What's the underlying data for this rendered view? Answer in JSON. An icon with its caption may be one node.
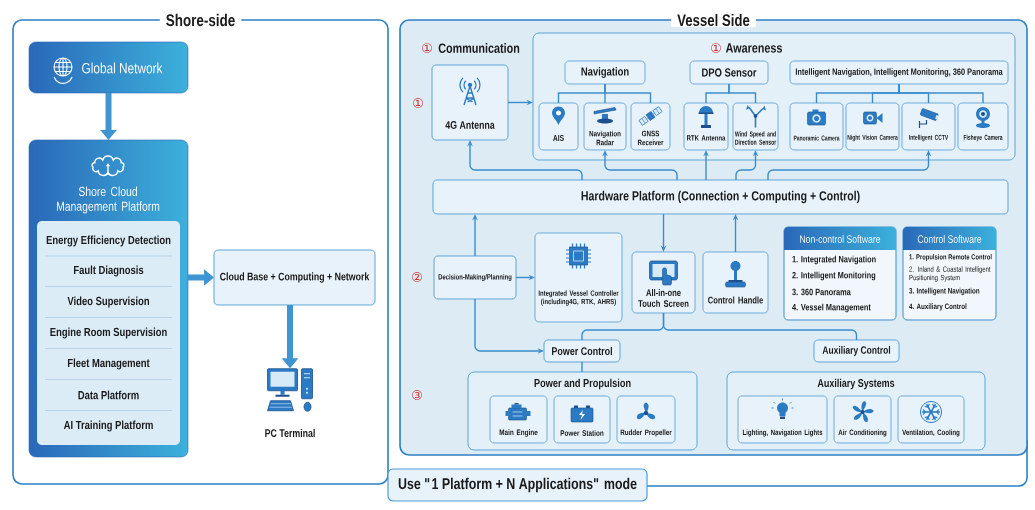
{
  "diagram": {
    "nodes": [
      {
        "text": [
          "Shore-side"
        ]
      },
      {
        "text": [
          "Global Network"
        ],
        "in": 0
      },
      {
        "text": [
          "Shore Cloud Management Platform"
        ],
        "in": 0
      },
      {
        "text": [
          "Energy Efficiency Detection",
          "Fault Diagnosis",
          "Video Supervision",
          "Engine Room Supervision",
          "Fleet Management",
          "Data Platform",
          "AI Training Platform"
        ],
        "in": 2
      },
      {
        "text": [
          "Cloud Base + Computing + Network"
        ],
        "in": 0
      },
      {
        "text": [
          "PC Terminal"
        ],
        "in": 0
      },
      {
        "text": [
          "Vessel Side"
        ]
      },
      {
        "text": [
          "Communication",
          "4G Antenna"
        ],
        "beside": [
          "①"
        ],
        "in": 6
      },
      {
        "text": [
          "Awareness"
        ],
        "beside": [
          "①"
        ],
        "in": 6
      },
      {
        "text": [
          "Navigation"
        ],
        "in": 8
      },
      {
        "text": [
          "DPO Sensor"
        ],
        "in": 8
      },
      {
        "text": [
          "Intelligent Navigation, Intelligent Monitoring, 360 Panorama"
        ],
        "in": 8
      },
      {
        "text": [
          "AIS"
        ],
        "in": 8
      },
      {
        "text": [
          "Navigation Radar"
        ],
        "in": 8
      },
      {
        "text": [
          "GNSS Receiver"
        ],
        "in": 8
      },
      {
        "text": [
          "RTK Antenna"
        ],
        "in": 8
      },
      {
        "text": [
          "Wind Speed and Direction Sensor"
        ],
        "in": 8
      },
      {
        "text": [
          "Panoramic Camera"
        ],
        "in": 8
      },
      {
        "text": [
          "Night Vision Camera"
        ],
        "in": 8
      },
      {
        "text": [
          "Intelligent CCTV"
        ],
        "in": 8
      },
      {
        "text": [
          "Fisheye Camera"
        ],
        "in": 8
      },
      {
        "text": [
          "Hardware Platform (Connection + Computing + Control)"
        ],
        "in": 6
      },
      {
        "text": [
          "Decision-Making/Planning"
        ],
        "in": 6
      },
      {
        "text": [
          "Integrated Vessel Controller (including4G, RTK, AHRS)"
        ],
        "in": 6
      },
      {
        "text": [
          "All-in-one Touch Screen"
        ],
        "in": 6
      },
      {
        "text": [
          "Control Handle"
        ],
        "in": 6
      },
      {
        "text": [
          "Non-control Software",
          "1. Integrated Navigation",
          "2. Intelligent Monitoring",
          "3. 360 Panorama",
          "4. Vessel Management"
        ],
        "in": 6
      },
      {
        "text": [
          "Control Software",
          "1. Propulsion Remote Control",
          "2. Inland & Coastal Intelligent Positioning System",
          "3. Intelligent Navigation",
          "4. Auxiliary Control"
        ],
        "in": 6
      },
      {
        "text": [
          "Power Control"
        ],
        "in": 6
      },
      {
        "text": [
          "Auxiliary Control"
        ],
        "in": 6
      },
      {
        "text": [
          "Power and Propulsion"
        ],
        "in": 6
      },
      {
        "text": [
          "Main Engine"
        ],
        "in": 30
      },
      {
        "text": [
          "Power Station"
        ],
        "in": 30
      },
      {
        "text": [
          "Rudder Propeller"
        ],
        "in": 30
      },
      {
        "text": [
          "Auxiliary Systems"
        ],
        "in": 6
      },
      {
        "text": [
          "Lighting, Navigation Lights"
        ],
        "in": 34
      },
      {
        "text": [
          "Air Conditioning"
        ],
        "in": 34
      },
      {
        "text": [
          "Ventilation, Cooling"
        ],
        "in": 34
      },
      {
        "text": [
          "Use \"1 Platform + N Applications\" mode"
        ]
      }
    ],
    "edges": [
      {
        "from": 1,
        "to": 2,
        "arrow": "to",
        "style": "thick"
      },
      {
        "from": 2,
        "to": 4,
        "arrow": "to",
        "style": "thick"
      },
      {
        "from": 4,
        "to": 5,
        "arrow": "to",
        "style": "thick"
      },
      {
        "from": 7,
        "to": 8,
        "arrow": "to"
      },
      {
        "from": 9,
        "to": 12,
        "arrow": "none"
      },
      {
        "from": 9,
        "to": 13,
        "arrow": "none"
      },
      {
        "from": 9,
        "to": 14,
        "arrow": "none"
      },
      {
        "from": 10,
        "to": 15,
        "arrow": "none"
      },
      {
        "from": 10,
        "to": 16,
        "arrow": "none"
      },
      {
        "from": 11,
        "to": 17,
        "arrow": "none"
      },
      {
        "from": 11,
        "to": 18,
        "arrow": "none"
      },
      {
        "from": 11,
        "to": 19,
        "arrow": "none"
      },
      {
        "from": 11,
        "to": 20,
        "arrow": "none"
      },
      {
        "from": 21,
        "to": 7,
        "arrow": "to"
      },
      {
        "from": 21,
        "to": 13,
        "arrow": "to"
      },
      {
        "from": 21,
        "to": 15,
        "arrow": "to"
      },
      {
        "from": 21,
        "to": 16,
        "arrow": "to"
      },
      {
        "from": 21,
        "to": 19,
        "arrow": "to"
      },
      {
        "from": 22,
        "to": 21,
        "arrow": "to"
      },
      {
        "from": 22,
        "to": 23,
        "arrow": "to"
      },
      {
        "from": 22,
        "to": 28,
        "arrow": "to"
      },
      {
        "from": 21,
        "to": 24,
        "arrow": "to"
      },
      {
        "from": 25,
        "to": 21,
        "arrow": "to"
      },
      {
        "from": 24,
        "to": 28,
        "arrow": "none"
      },
      {
        "from": 24,
        "to": 29,
        "arrow": "none"
      },
      {
        "from": 28,
        "to": 30,
        "arrow": "none"
      }
    ],
    "labels": [
      "①",
      "②",
      "③"
    ]
  }
}
